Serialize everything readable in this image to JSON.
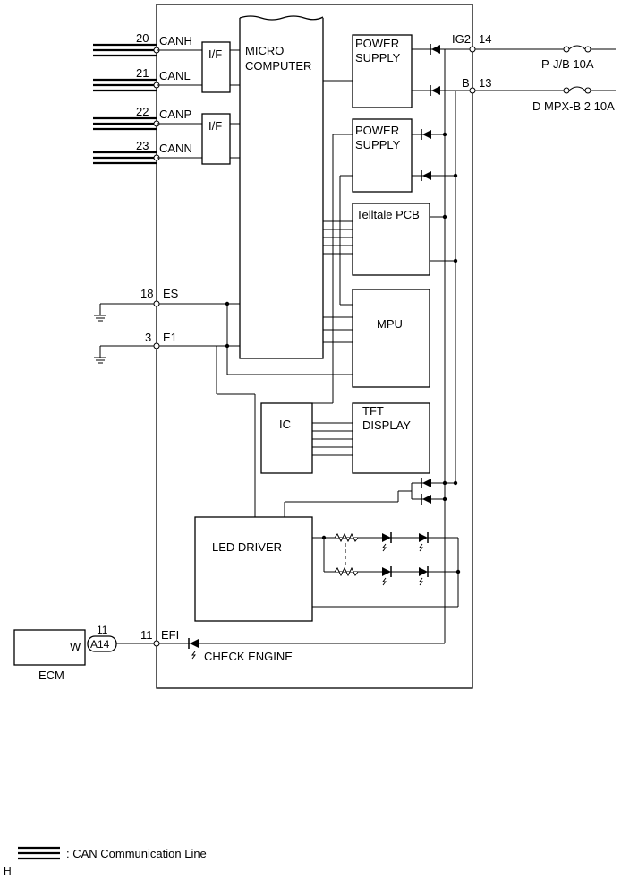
{
  "blocks": {
    "micro_computer_line1": "MICRO",
    "micro_computer_line2": "COMPUTER",
    "if_top": "I/F",
    "if_bottom": "I/F",
    "power_supply_top_line1": "POWER",
    "power_supply_top_line2": "SUPPLY",
    "power_supply_bottom_line1": "POWER",
    "power_supply_bottom_line2": "SUPPLY",
    "telltale_pcb": "Telltale PCB",
    "mpu": "MPU",
    "ic": "IC",
    "tft_display_line1": "TFT",
    "tft_display_line2": "DISPLAY",
    "led_driver": "LED DRIVER",
    "ecm": "ECM"
  },
  "pins": {
    "canh": {
      "number": "20",
      "name": "CANH"
    },
    "canl": {
      "number": "21",
      "name": "CANL"
    },
    "canp": {
      "number": "22",
      "name": "CANP"
    },
    "cann": {
      "number": "23",
      "name": "CANN"
    },
    "es": {
      "number": "18",
      "name": "ES"
    },
    "e1": {
      "number": "3",
      "name": "E1"
    },
    "efi": {
      "number": "11",
      "name": "EFI"
    },
    "ig2": {
      "number": "14",
      "name": "IG2"
    },
    "b": {
      "number": "13",
      "name": "B"
    }
  },
  "fuses": {
    "pjb": "P-J/B 10A",
    "dmpx": "D MPX-B 2 10A"
  },
  "ecm_connector": {
    "wire_color": "W",
    "connector": "A14",
    "pin": "11"
  },
  "indicator": "CHECK ENGINE",
  "legend": {
    "can_line": ": CAN Communication Line"
  },
  "corner_mark": "H"
}
